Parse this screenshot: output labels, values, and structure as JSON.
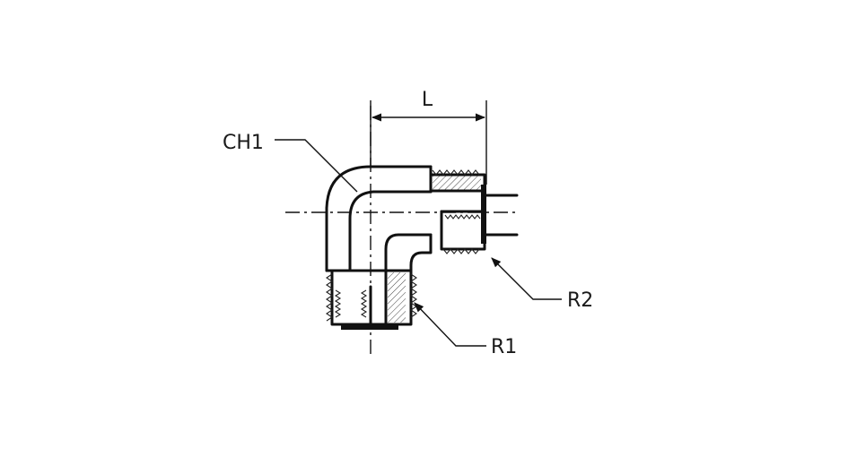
{
  "labels": {
    "dimension_l": "L",
    "ch1": "CH1",
    "r1": "R1",
    "r2": "R2"
  }
}
